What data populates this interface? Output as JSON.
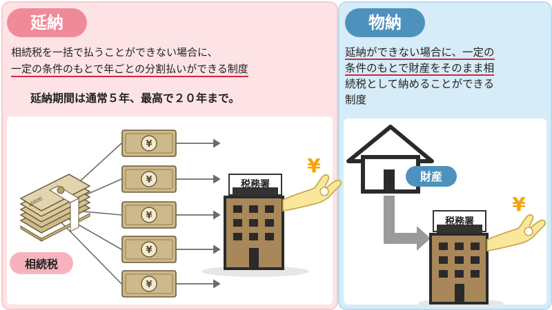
{
  "enno": {
    "title": "延納",
    "line1": "相続税を一括で払うことができない場合に、",
    "line2": "一定の条件のもとで年ごとの分割払いができる制度",
    "period": "延納期間は通常５年、最高で２０年まで。",
    "tax_label": "相続税",
    "office_label": "税務署",
    "yen": "¥",
    "bundle_mark": "10000",
    "colors": {
      "pill": "#f08a98",
      "underline": "#d4243a",
      "money": "#cdb98a",
      "building": "#a8875a"
    }
  },
  "butsuno": {
    "title": "物納",
    "line1": "延納ができない場合に、一定の",
    "line2": "条件のもとで財産をそのまま相",
    "line3": "続税として納めることができる",
    "line4": "制度",
    "asset_label": "財産",
    "office_label": "税務署",
    "yen": "¥",
    "colors": {
      "pill": "#4d92bd",
      "underline": "#d4243a",
      "arrow": "#9a9a9a"
    }
  },
  "icons": [
    "banknote-icon",
    "money-bundle-icon",
    "arrow-right-icon",
    "tax-office-building-icon",
    "hand-ok-gesture-icon",
    "house-icon",
    "elbow-arrow-icon",
    "yen-icon"
  ]
}
